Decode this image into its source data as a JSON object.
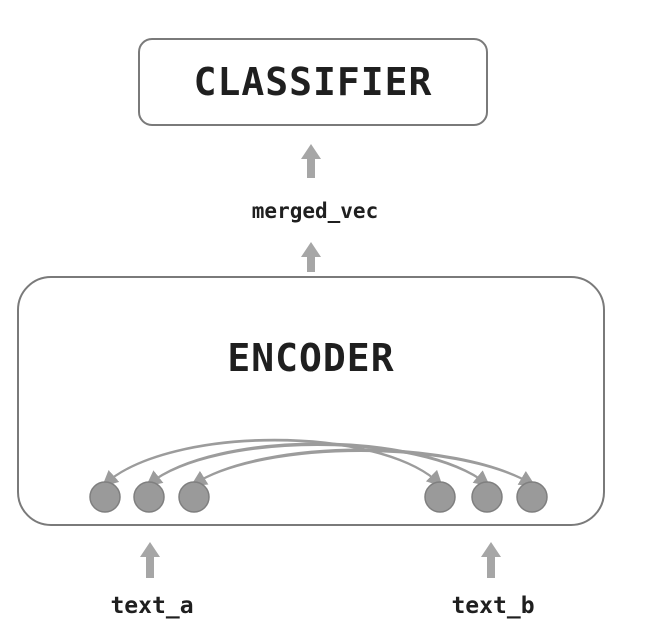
{
  "diagram": {
    "classifier_label": "CLASSIFIER",
    "merged_label": "merged_vec",
    "encoder_label": "ENCODER",
    "inputs": {
      "text_a": "text_a",
      "text_b": "text_b"
    }
  },
  "colors": {
    "box_border": "#7a7a7a",
    "arrow": "#a6a6a6",
    "node_fill": "#9a9a9a",
    "node_stroke": "#7f7f7f",
    "curve": "#9c9c9c",
    "text": "#1f1f1f"
  },
  "icons": {
    "arrow": "up-arrow-icon",
    "node": "token-node-icon"
  }
}
